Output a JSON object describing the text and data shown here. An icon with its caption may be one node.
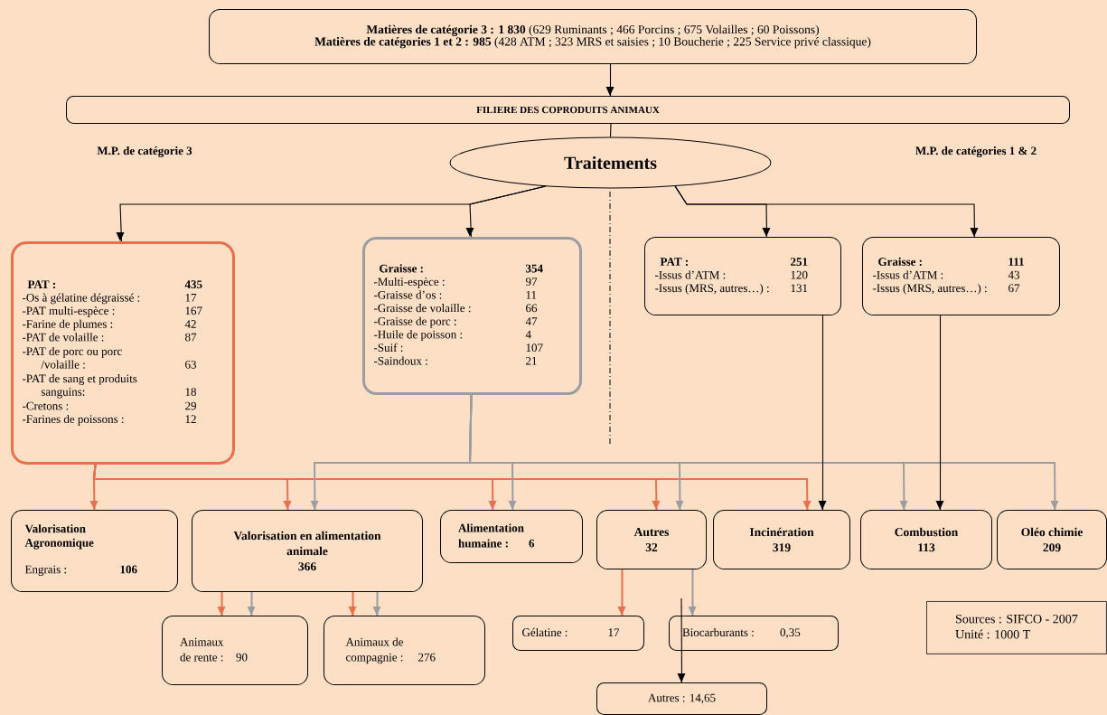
{
  "diagram": {
    "nodes": [
      {
        "text": [
          "**Matières de catégorie 3 : 1 830** (629 Ruminants ; 466 Porcins ; 675 Volailles ; 60 Poissons)",
          "**Matières de catégories 1 et 2 : 985** (428 ATM ; 323 MRS et saisies ; 10 Boucherie ; 225 Service privé classique)"
        ]
      },
      {
        "text": [
          "FILIERE DES COPRODUITS ANIMAUX"
        ]
      },
      {
        "text": [
          "Traitements"
        ]
      },
      {
        "text": [
          "PAT :",
          "435",
          "-Os à gélatine dégraissé :",
          "17",
          "-PAT multi-espèce :",
          "167",
          "-Farine de plumes :",
          "42",
          "-PAT de volaille :",
          "87",
          "-PAT de porc ou porc /volaille :",
          "63",
          "-PAT de sang et produits sanguins:",
          "18",
          "-Cretons :",
          "29",
          "-Farines de poissons :",
          "12"
        ]
      },
      {
        "text": [
          "Graisse :",
          "354",
          "-Multi-espèce :",
          "97",
          "-Graisse d’os :",
          "11",
          "-Graisse de volaille :",
          "66",
          "-Graisse de porc :",
          "47",
          "-Huile de poisson :",
          "4",
          "-Suif :",
          "107",
          "-Saindoux :",
          "21"
        ]
      },
      {
        "text": [
          "PAT :",
          "251",
          "-Issus d’ATM :",
          "120",
          "-Issus (MRS, autres…) :",
          "131"
        ]
      },
      {
        "text": [
          "Graisse :",
          "111",
          "-Issus d’ATM :",
          "43",
          "-Issus (MRS, autres…) :",
          "67"
        ]
      },
      {
        "text": [
          "Valorisation Agronomique",
          "Engrais :",
          "106"
        ]
      },
      {
        "text": [
          "Valorisation en alimentation animale",
          "366"
        ]
      },
      {
        "text": [
          "Alimentation humaine :",
          "6"
        ]
      },
      {
        "text": [
          "Autres",
          "32"
        ]
      },
      {
        "text": [
          "Incinération",
          "319"
        ]
      },
      {
        "text": [
          "Combustion",
          "113"
        ]
      },
      {
        "text": [
          "Oléo chimie",
          "209"
        ]
      },
      {
        "text": [
          "Animaux de rente :",
          "90"
        ]
      },
      {
        "text": [
          "Animaux de compagnie :",
          "276"
        ]
      },
      {
        "text": [
          "Gélatine :",
          "17"
        ]
      },
      {
        "text": [
          "Biocarburants :",
          "0,35"
        ]
      },
      {
        "text": [
          "Autres : 14,65"
        ]
      },
      {
        "text": [
          "Sources : SIFCO - 2007",
          "Unité : 1000 T"
        ]
      }
    ],
    "edges": [
      {
        "from": 0,
        "to": 1,
        "arrow": "to"
      },
      {
        "from": 1,
        "to": 2,
        "arrow": "none"
      },
      {
        "from": 2,
        "to": 3,
        "arrow": "to"
      },
      {
        "from": 2,
        "to": 4,
        "arrow": "to"
      },
      {
        "from": 2,
        "to": 5,
        "arrow": "to"
      },
      {
        "from": 2,
        "to": 6,
        "arrow": "to"
      },
      {
        "from": 3,
        "to": 7,
        "arrow": "to",
        "color": "#e8704c"
      },
      {
        "from": 3,
        "to": 8,
        "arrow": "to",
        "color": "#e8704c"
      },
      {
        "from": 3,
        "to": 9,
        "arrow": "to",
        "color": "#e8704c"
      },
      {
        "from": 3,
        "to": 10,
        "arrow": "to",
        "color": "#e8704c"
      },
      {
        "from": 3,
        "to": 11,
        "arrow": "to",
        "color": "#e8704c"
      },
      {
        "from": 4,
        "to": 8,
        "arrow": "to",
        "color": "#9a9ea3"
      },
      {
        "from": 4,
        "to": 9,
        "arrow": "to",
        "color": "#9a9ea3"
      },
      {
        "from": 4,
        "to": 10,
        "arrow": "to",
        "color": "#9a9ea3"
      },
      {
        "from": 4,
        "to": 12,
        "arrow": "to",
        "color": "#9a9ea3"
      },
      {
        "from": 4,
        "to": 13,
        "arrow": "to",
        "color": "#9a9ea3"
      },
      {
        "from": 5,
        "to": 11,
        "arrow": "to"
      },
      {
        "from": 6,
        "to": 12,
        "arrow": "to"
      },
      {
        "from": 8,
        "to": 14,
        "arrow": "to",
        "color": "#e8704c"
      },
      {
        "from": 8,
        "to": 14,
        "arrow": "to",
        "color": "#9a9ea3"
      },
      {
        "from": 8,
        "to": 15,
        "arrow": "to",
        "color": "#e8704c"
      },
      {
        "from": 8,
        "to": 15,
        "arrow": "to",
        "color": "#9a9ea3"
      },
      {
        "from": 10,
        "to": 16,
        "arrow": "to",
        "color": "#e8704c"
      },
      {
        "from": 10,
        "to": 17,
        "arrow": "to",
        "color": "#9a9ea3"
      },
      {
        "from": null,
        "to": 18,
        "arrow": "to"
      }
    ],
    "labels": [
      "M.P. de catégorie 3",
      "M.P. de catégories 1 & 2"
    ]
  }
}
